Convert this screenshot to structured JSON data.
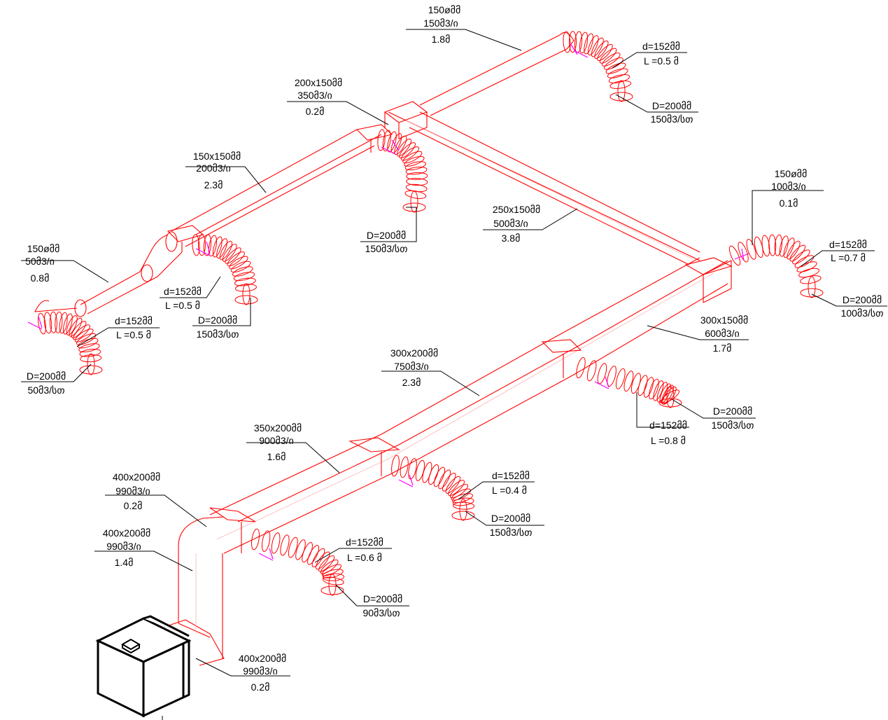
{
  "colors": {
    "duct": "#ff0000",
    "duct_hidden": "#ffb3b3",
    "damper": "#ff00ff",
    "text": "#000000",
    "background": "#ffffff"
  },
  "labels": {
    "top_branch": {
      "size": "150øმმ",
      "flow": "150მ3/ი",
      "length": "1.8მ"
    },
    "top_terminal_hose": {
      "line1": "d=152მმ",
      "line2": "L =0.5 მ"
    },
    "top_terminal_diff": {
      "line1": "D=200მმ",
      "line2": "150მ3/სთ"
    },
    "tee_200x150": {
      "size": "200x150მმ",
      "flow": "350მ3/ი",
      "length": "0.2მ"
    },
    "duct_150x150": {
      "size": "150x150მმ",
      "flow": "200მ3/ი",
      "length": "2.3მ"
    },
    "mid_terminal_diff": {
      "line1": "D=200მმ",
      "line2": "150მ3/სთ"
    },
    "duct_250x150": {
      "size": "250x150მმ",
      "flow": "500მ3/ი",
      "length": "3.8მ"
    },
    "right_branch": {
      "size": "150øმმ",
      "flow": "100მ3/ი",
      "length": "0.1მ"
    },
    "right_hose": {
      "line1": "d=152მმ",
      "line2": "L =0.7 მ"
    },
    "right_diff": {
      "line1": "D=200მმ",
      "line2": "100მ3/სთ"
    },
    "left_branch": {
      "size": "150øმმ",
      "flow": "50მ3/ი",
      "length": "0.8მ"
    },
    "left2_hose": {
      "line1": "d=152მმ",
      "line2": "L =0.5 მ"
    },
    "left2_diff": {
      "line1": "D=200მმ",
      "line2": "150მ3/სთ"
    },
    "left1_hose": {
      "line1": "d=152მმ",
      "line2": "L =0.5 მ"
    },
    "left1_diff": {
      "line1": "D=200მმ",
      "line2": "50მ3/სთ"
    },
    "duct_300x150": {
      "size": "300x150მმ",
      "flow": "600მ3/ი",
      "length": "1.7მ"
    },
    "duct_300x200": {
      "size": "300x200მმ",
      "flow": "750მ3/ი",
      "length": "2.3მ"
    },
    "branch3_diff": {
      "line1": "D=200მმ",
      "line2": "150მ3/სთ"
    },
    "branch3_hose": {
      "line1": "d=152მმ",
      "line2": "L =0.8 მ"
    },
    "duct_350x200": {
      "size": "350x200მმ",
      "flow": "900მ3/ი",
      "length": "1.6მ"
    },
    "branch2_hose": {
      "line1": "d=152მმ",
      "line2": "L =0.4 მ"
    },
    "branch2_diff": {
      "line1": "D=200მმ",
      "line2": "150მ3/სთ"
    },
    "elbow_400x200": {
      "size": "400x200მმ",
      "flow": "990მ3/ი",
      "length": "0.2მ"
    },
    "riser_400x200": {
      "size": "400x200მმ",
      "flow": "990მ3/ი",
      "length": "1.4მ"
    },
    "branch1_hose": {
      "line1": "d=152მმ",
      "line2": "L =0.6 მ"
    },
    "branch1_diff": {
      "line1": "D=200მმ",
      "line2": "90მ3/სთ"
    },
    "unit_outlet": {
      "size": "400x200მმ",
      "flow": "990მ3/ი",
      "length": "0.2მ"
    }
  }
}
